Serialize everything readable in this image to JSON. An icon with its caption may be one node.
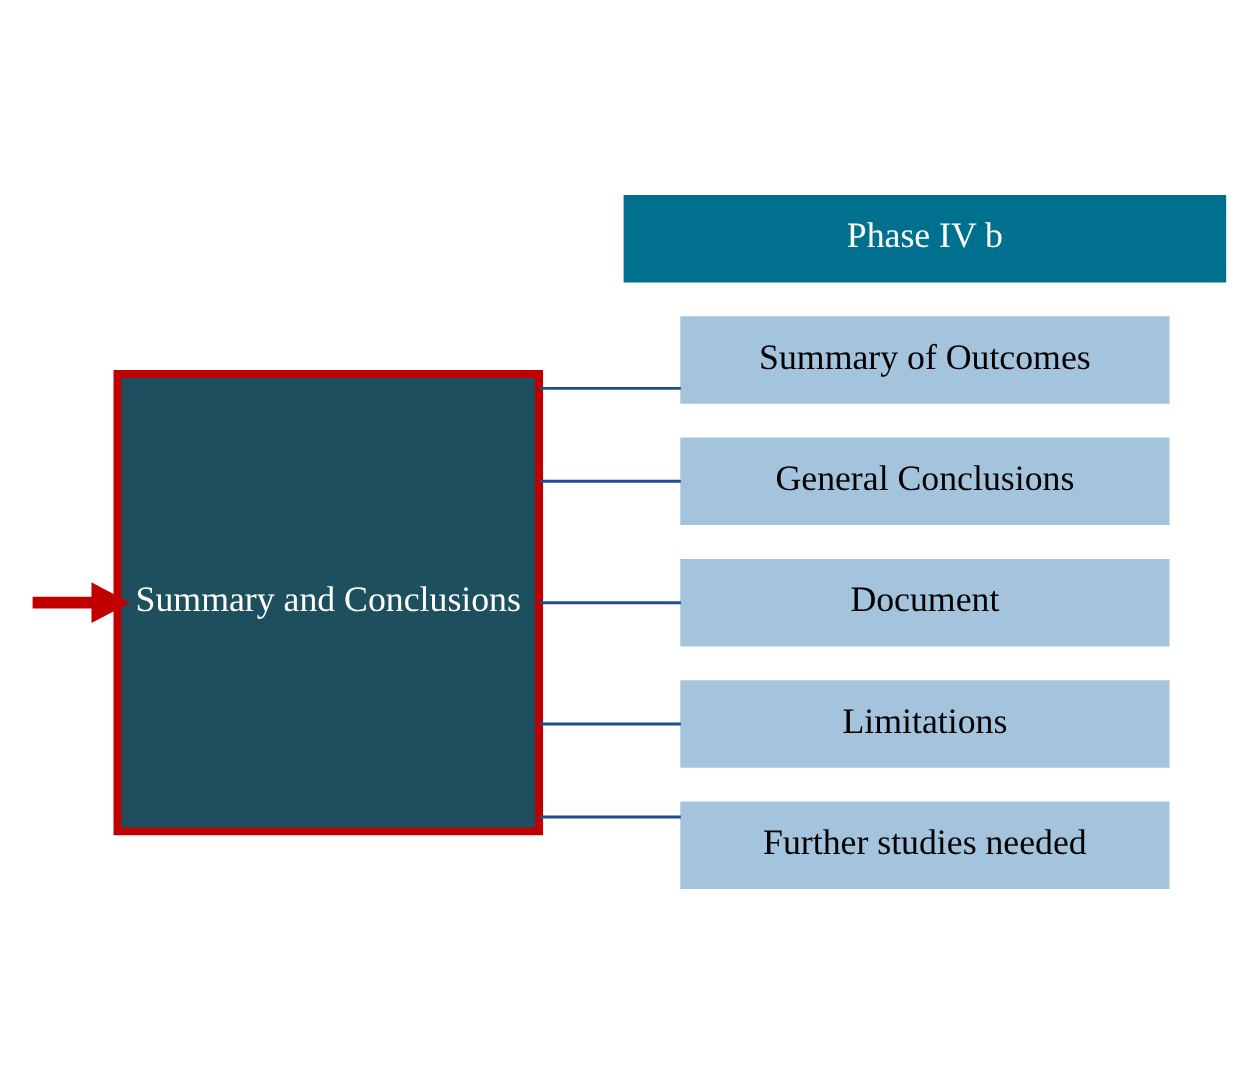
{
  "diagram": {
    "nodes": [
      {
        "text": [
          "Phase IV b"
        ]
      },
      {
        "text": [
          "Summary and Conclusions"
        ]
      },
      {
        "text": [
          "Summary of Outcomes"
        ]
      },
      {
        "text": [
          "General Conclusions"
        ]
      },
      {
        "text": [
          "Document"
        ]
      },
      {
        "text": [
          "Limitations"
        ]
      },
      {
        "text": [
          "Further studies needed"
        ]
      }
    ],
    "edges": [
      {
        "from": null,
        "to": 1,
        "arrow": "to",
        "style": "thick",
        "color": "#c00000"
      },
      {
        "from": 1,
        "to": 2,
        "arrow": "none"
      },
      {
        "from": 1,
        "to": 3,
        "arrow": "none"
      },
      {
        "from": 1,
        "to": 4,
        "arrow": "none"
      },
      {
        "from": 1,
        "to": 5,
        "arrow": "none"
      },
      {
        "from": 1,
        "to": 6,
        "arrow": "none"
      }
    ]
  }
}
